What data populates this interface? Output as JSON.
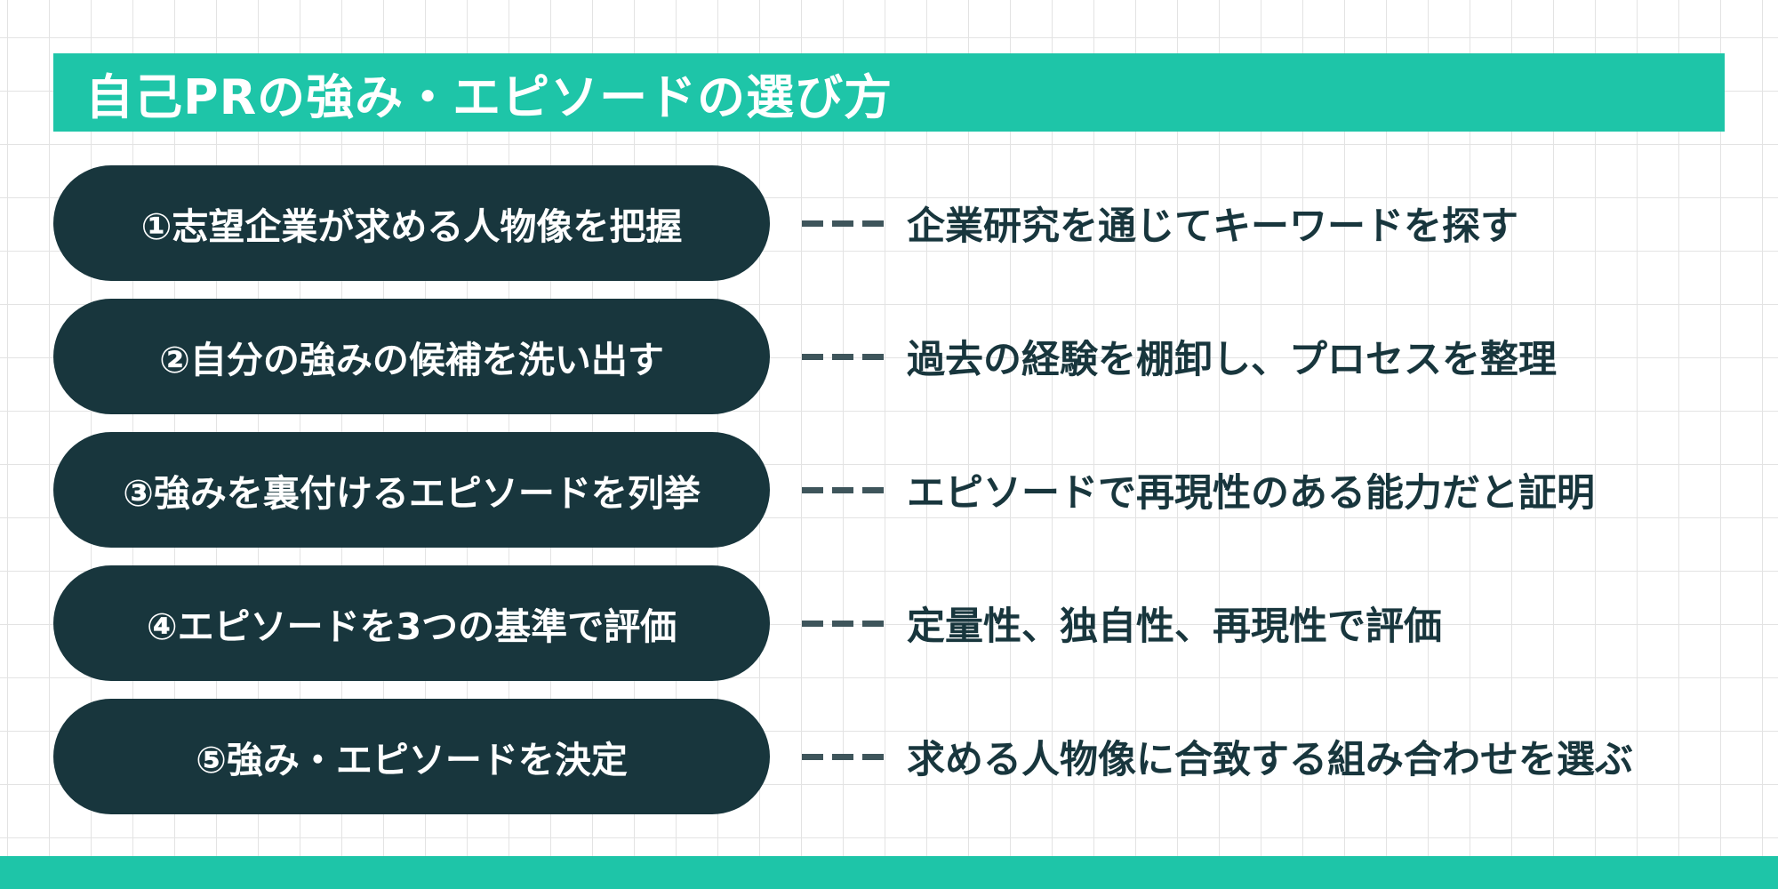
{
  "title": "自己PRの強み・エピソードの選び方",
  "colors": {
    "accent": "#1ec5a8",
    "pill_bg": "#18363d",
    "text_dark": "#18363d",
    "dash": "#3e555b",
    "grid_line": "#e3e3e3"
  },
  "steps": [
    {
      "label": "①志望企業が求める人物像を把握",
      "connector": "---",
      "description": "企業研究を通じてキーワードを探す"
    },
    {
      "label": "②自分の強みの候補を洗い出す",
      "connector": "---",
      "description": "過去の経験を棚卸し、プロセスを整理"
    },
    {
      "label": "③強みを裏付けるエピソードを列挙",
      "connector": "---",
      "description": "エピソードで再現性のある能力だと証明"
    },
    {
      "label": "④エピソードを3つの基準で評価",
      "connector": "---",
      "description": "定量性、独自性、再現性で評価"
    },
    {
      "label": "⑤強み・エピソードを決定",
      "connector": "---",
      "description": "求める人物像に合致する組み合わせを選ぶ"
    }
  ]
}
